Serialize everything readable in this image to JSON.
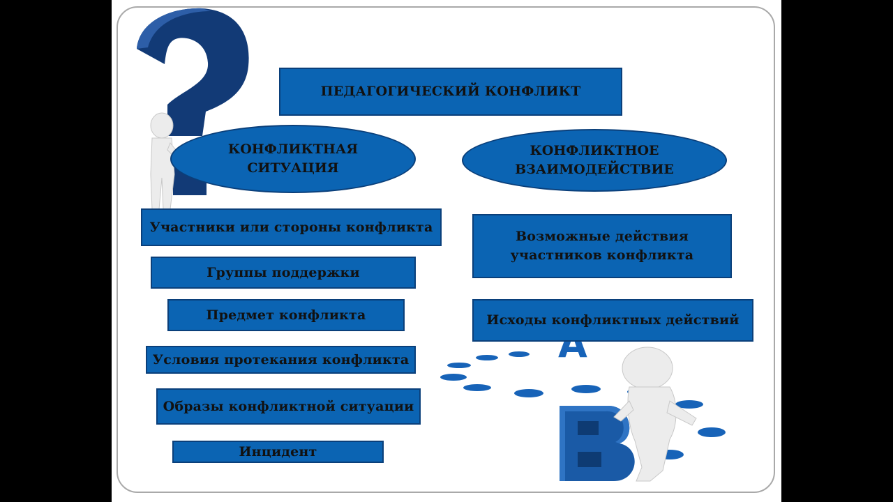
{
  "title": "ПЕДАГОГИЧЕСКИЙ КОНФЛИКТ",
  "left_branch": {
    "heading": "КОНФЛИКТНАЯ\nСИТУАЦИЯ",
    "items": [
      "Участники или стороны конфликта",
      "Группы поддержки",
      "Предмет конфликта",
      "Условия протекания конфликта",
      "Образы конфликтной ситуации",
      "Инцидент"
    ]
  },
  "right_branch": {
    "heading": "КОНФЛИКТНОЕ\nВЗАИМОДЕЙСТВИЕ",
    "items": [
      "Возможные действия\nучастников конфликта",
      "Исходы конфликтных действий"
    ]
  },
  "decor": {
    "letter_a": "A",
    "letter_b": "B"
  },
  "colors": {
    "box_fill": "#0b64b3",
    "box_border": "#0a3f7a",
    "figure": "#ececec",
    "question_mark": "#123a76"
  }
}
